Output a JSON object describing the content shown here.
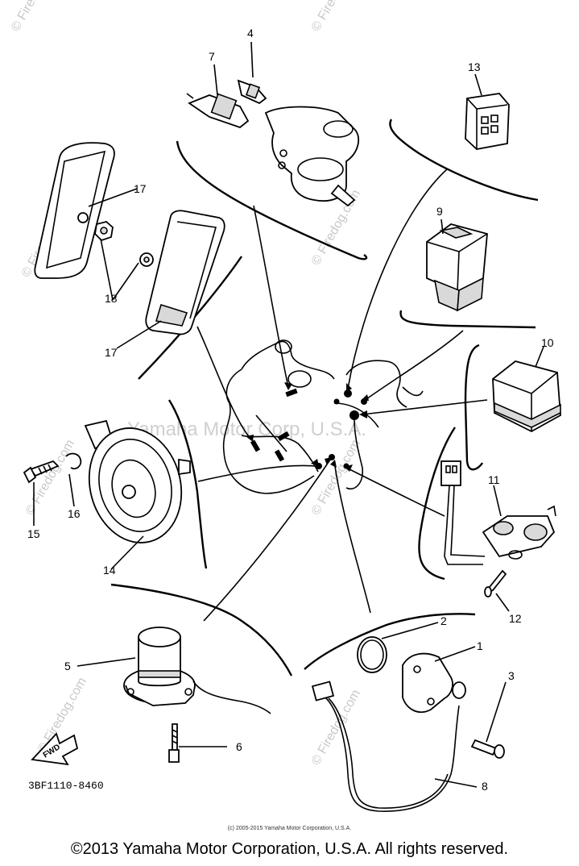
{
  "watermark": {
    "firedog": "© Firedog.com",
    "manufacturer": "Yamaha Motor Corp, U.S.A."
  },
  "callouts": [
    "1",
    "2",
    "3",
    "4",
    "5",
    "6",
    "7",
    "8",
    "9",
    "10",
    "11",
    "12",
    "13",
    "14",
    "15",
    "16",
    "17",
    "17",
    "18"
  ],
  "direction_arrow": "FWD",
  "part_code": "3BF1110-8460",
  "small_copyright": "(c) 2005-2015 Yamaha Motor Corporation, U.S.A.",
  "main_copyright": "©2013 Yamaha Motor Corporation, U.S.A. All rights reserved."
}
